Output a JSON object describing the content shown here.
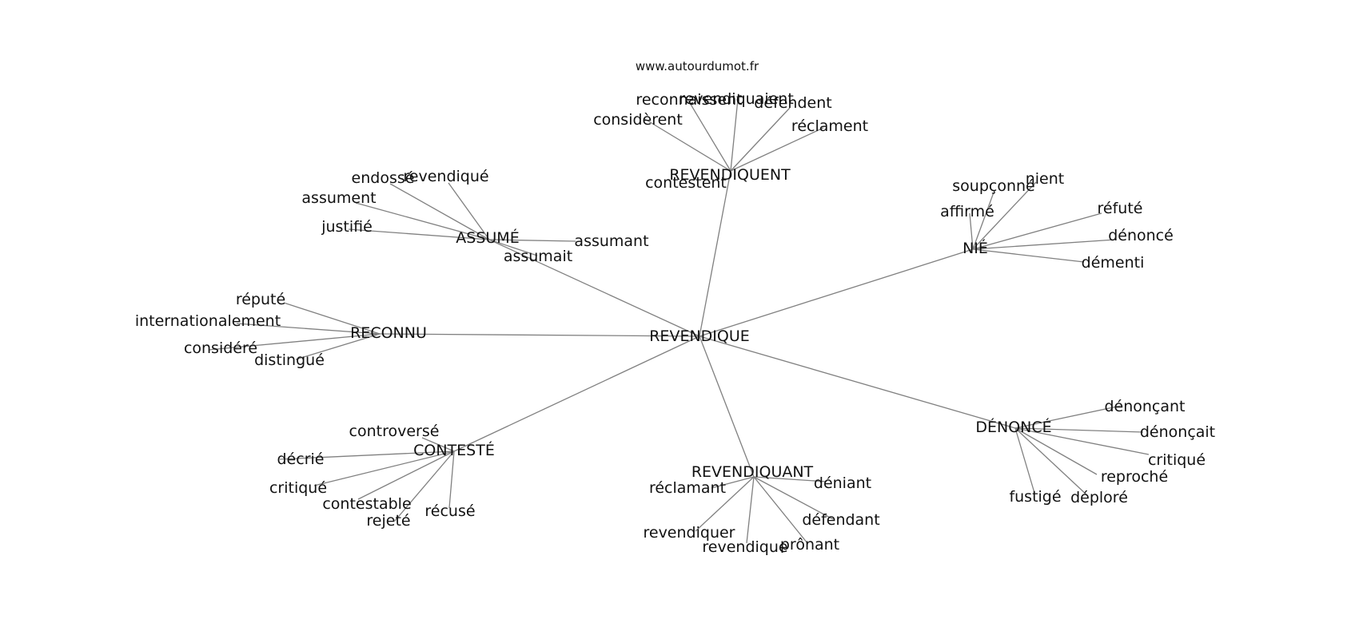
{
  "source_label": "www.autourdumot.fr",
  "center": "REVENDIQUE",
  "clusters": [
    {
      "hub": "REVENDIQUENT",
      "leaves": [
        "reconnaissent",
        "revendiquaient",
        "défendent",
        "considèrent",
        "réclament",
        "contestent"
      ]
    },
    {
      "hub": "ASSUMÉ",
      "leaves": [
        "endossé",
        "revendiqué",
        "assument",
        "justifié",
        "assumant",
        "assumait"
      ]
    },
    {
      "hub": "NIÉ",
      "leaves": [
        "soupçonné",
        "nient",
        "affirmé",
        "réfuté",
        "dénoncé",
        "démenti"
      ]
    },
    {
      "hub": "RECONNU",
      "leaves": [
        "réputé",
        "internationalement",
        "considéré",
        "distingué"
      ]
    },
    {
      "hub": "DÉNONCÉ",
      "leaves": [
        "dénonçant",
        "dénonçait",
        "critiqué",
        "reproché",
        "fustigé",
        "déploré"
      ]
    },
    {
      "hub": "CONTESTÉ",
      "leaves": [
        "controversé",
        "décrié",
        "critiqué",
        "contestable",
        "rejeté",
        "récusé"
      ]
    },
    {
      "hub": "REVENDIQUANT",
      "leaves": [
        "réclamant",
        "déniant",
        "défendant",
        "revendiquer",
        "revendique",
        "prônant"
      ]
    }
  ]
}
